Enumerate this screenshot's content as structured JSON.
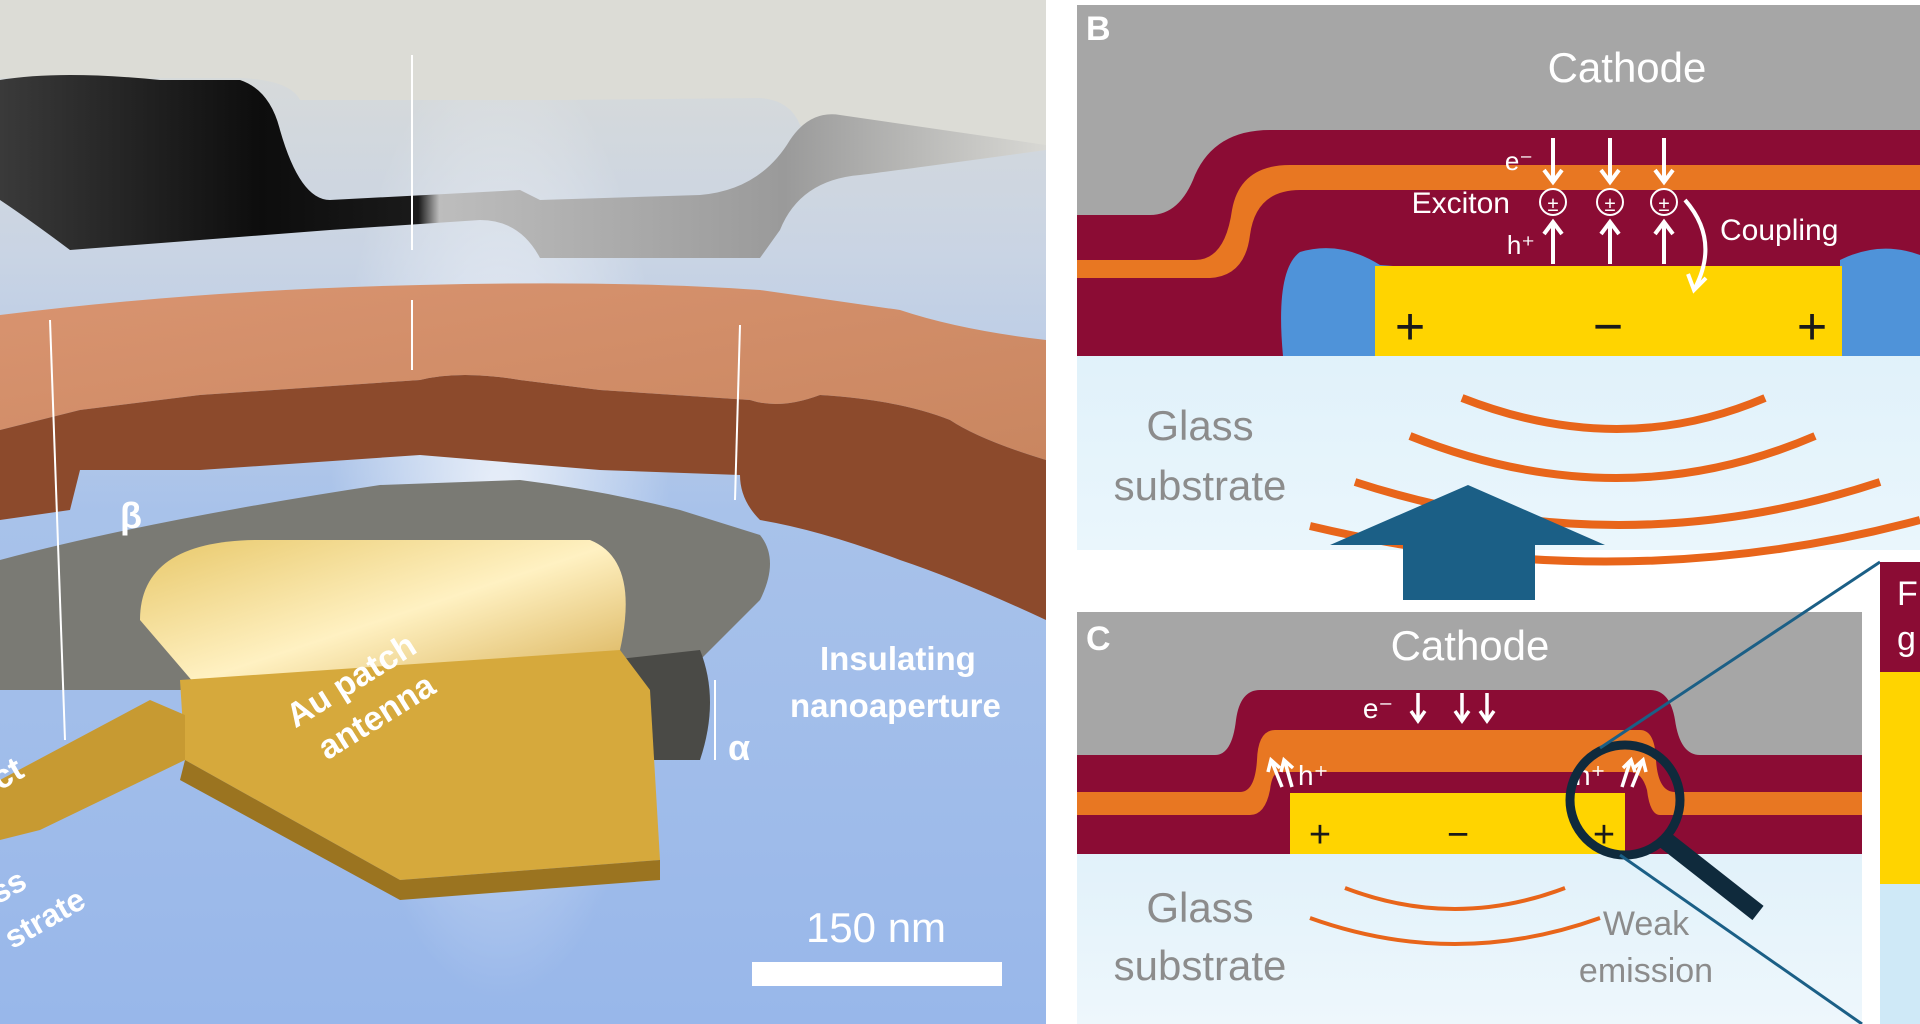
{
  "panelA": {
    "beta_label": "β",
    "alpha_label": "α",
    "patch_label_line1": "Au patch",
    "patch_label_line2": "antenna",
    "insulating_line1": "Insulating",
    "insulating_line2": "nanoaperture",
    "contact_fragment": "ct",
    "glass_fragment1": "ss",
    "glass_fragment2": "strate",
    "scale_bar_label": "150 nm"
  },
  "panelB": {
    "panel_letter": "B",
    "cathode": "Cathode",
    "electron_label": "e⁻",
    "hole_label": "h⁺",
    "exciton_label": "Exciton",
    "coupling_label": "Coupling",
    "glass_line1": "Glass",
    "glass_line2": "substrate",
    "plus_left": "+",
    "minus": "−",
    "plus_right": "+",
    "exciton_glyph": "±"
  },
  "panelC": {
    "panel_letter": "C",
    "cathode": "Cathode",
    "electron_label": "e⁻",
    "hole_left": "h⁺",
    "hole_right": "h⁺",
    "glass_line1": "Glass",
    "glass_line2": "substrate",
    "weak_line1": "Weak",
    "weak_line2": "emission",
    "plus_left": "+",
    "minus": "−",
    "plus_right": "+"
  },
  "inset": {
    "fragment1": "F",
    "fragment2": "g"
  },
  "colors": {
    "cathode_gray": "#a6a6a6",
    "organic_maroon": "#8b0c34",
    "layer_orange": "#e87722",
    "gold": "#ffd400",
    "insulator_blue": "#4f93d9",
    "glass_light": "#d6ecf8",
    "arrow_navy": "#1b5f86",
    "background_blue": "#a9c6ef"
  }
}
